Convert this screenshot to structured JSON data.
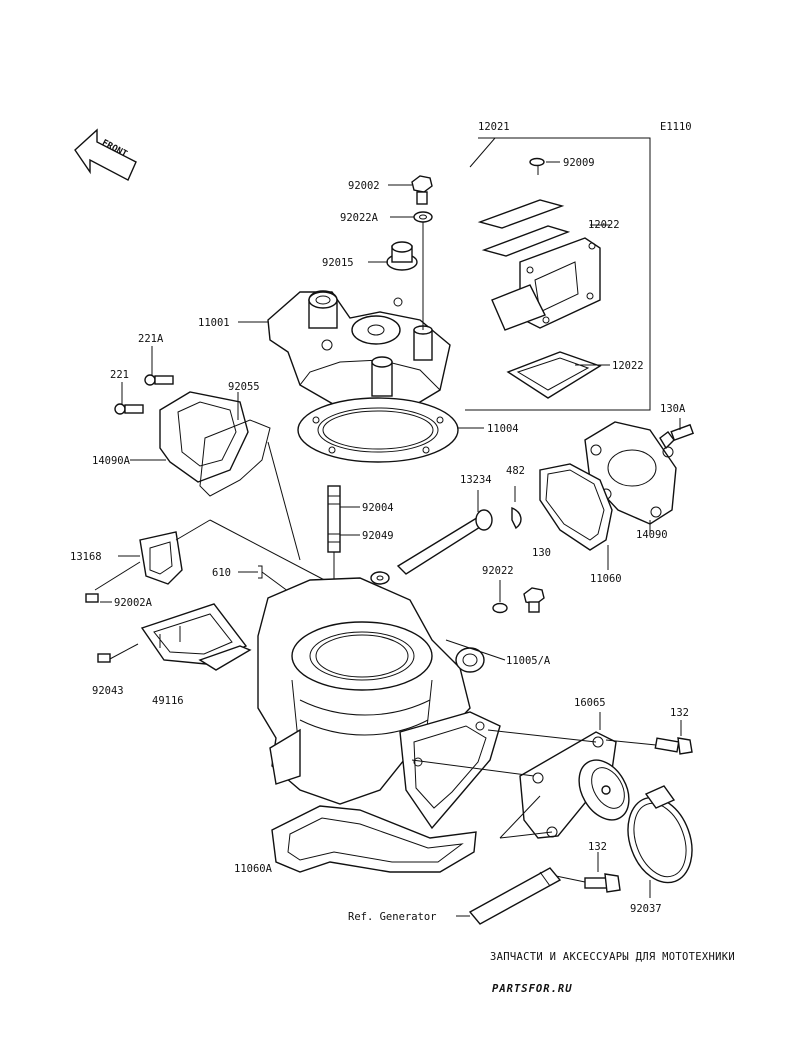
{
  "diagram_code": "E1110",
  "front_label": "FRONT",
  "labels": {
    "p12021": "12021",
    "p92009": "92009",
    "p12022a": "12022",
    "p12022b": "12022",
    "p92002": "92002",
    "p92022A": "92022A",
    "p92015": "92015",
    "p11001": "11001",
    "p221A": "221A",
    "p221": "221",
    "p92055": "92055",
    "p14090A": "14090A",
    "p11004": "11004",
    "p130A": "130A",
    "p13234": "13234",
    "p482": "482",
    "p92004": "92004",
    "p92049": "92049",
    "p13168": "13168",
    "p92002A": "92002A",
    "p610": "610",
    "p130": "130",
    "p14090": "14090",
    "p11060": "11060",
    "p92022": "92022",
    "p11005A": "11005/A",
    "p92043": "92043",
    "p49116": "49116",
    "p16065": "16065",
    "p132a": "132",
    "p132b": "132",
    "p11060A": "11060A",
    "p92037": "92037",
    "pRefGen": "Ref. Generator"
  },
  "watermark": {
    "tagline": "ЗАПЧАСТИ И АКСЕССУАРЫ ДЛЯ МОТОТЕХНИКИ",
    "logo": "PARTSFOR.RU"
  },
  "colors": {
    "line": "#111111",
    "watermark": "#ef9aa3"
  }
}
